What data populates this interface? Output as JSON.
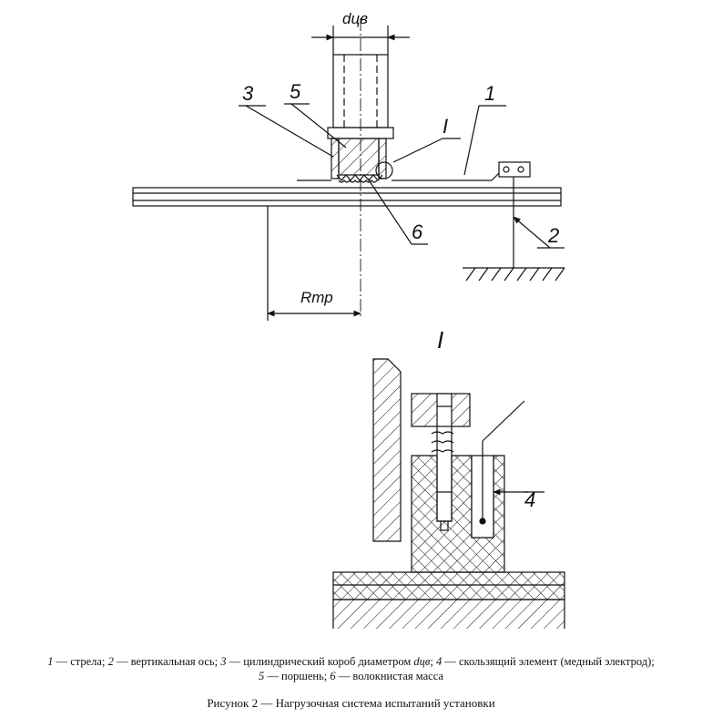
{
  "figure": {
    "dim_diameter": "dцв",
    "dim_radius": "Rтр",
    "detail_marker": "I",
    "callouts": {
      "c1": "1",
      "c2": "2",
      "c3": "3",
      "c5": "5",
      "c6": "6",
      "cI": "I",
      "c4": "4"
    }
  },
  "legend": {
    "line1": [
      {
        "n": "1",
        "t": " — стрела; "
      },
      {
        "n": "2",
        "t": " — вертикальная ось; "
      },
      {
        "n": "3",
        "t": " — цилиндрический короб диаметром "
      },
      {
        "n": "dцв",
        "t": "; "
      },
      {
        "n": "4",
        "t": " — скользящий элемент (медный электрод);"
      }
    ],
    "line2": [
      {
        "n": "5",
        "t": " — поршень; "
      },
      {
        "n": "6",
        "t": " — волокнистая масса"
      }
    ]
  },
  "caption": "Рисунок 2 — Нагрузочная система испытаний установки",
  "colors": {
    "ink": "#111111",
    "background": "#ffffff"
  }
}
